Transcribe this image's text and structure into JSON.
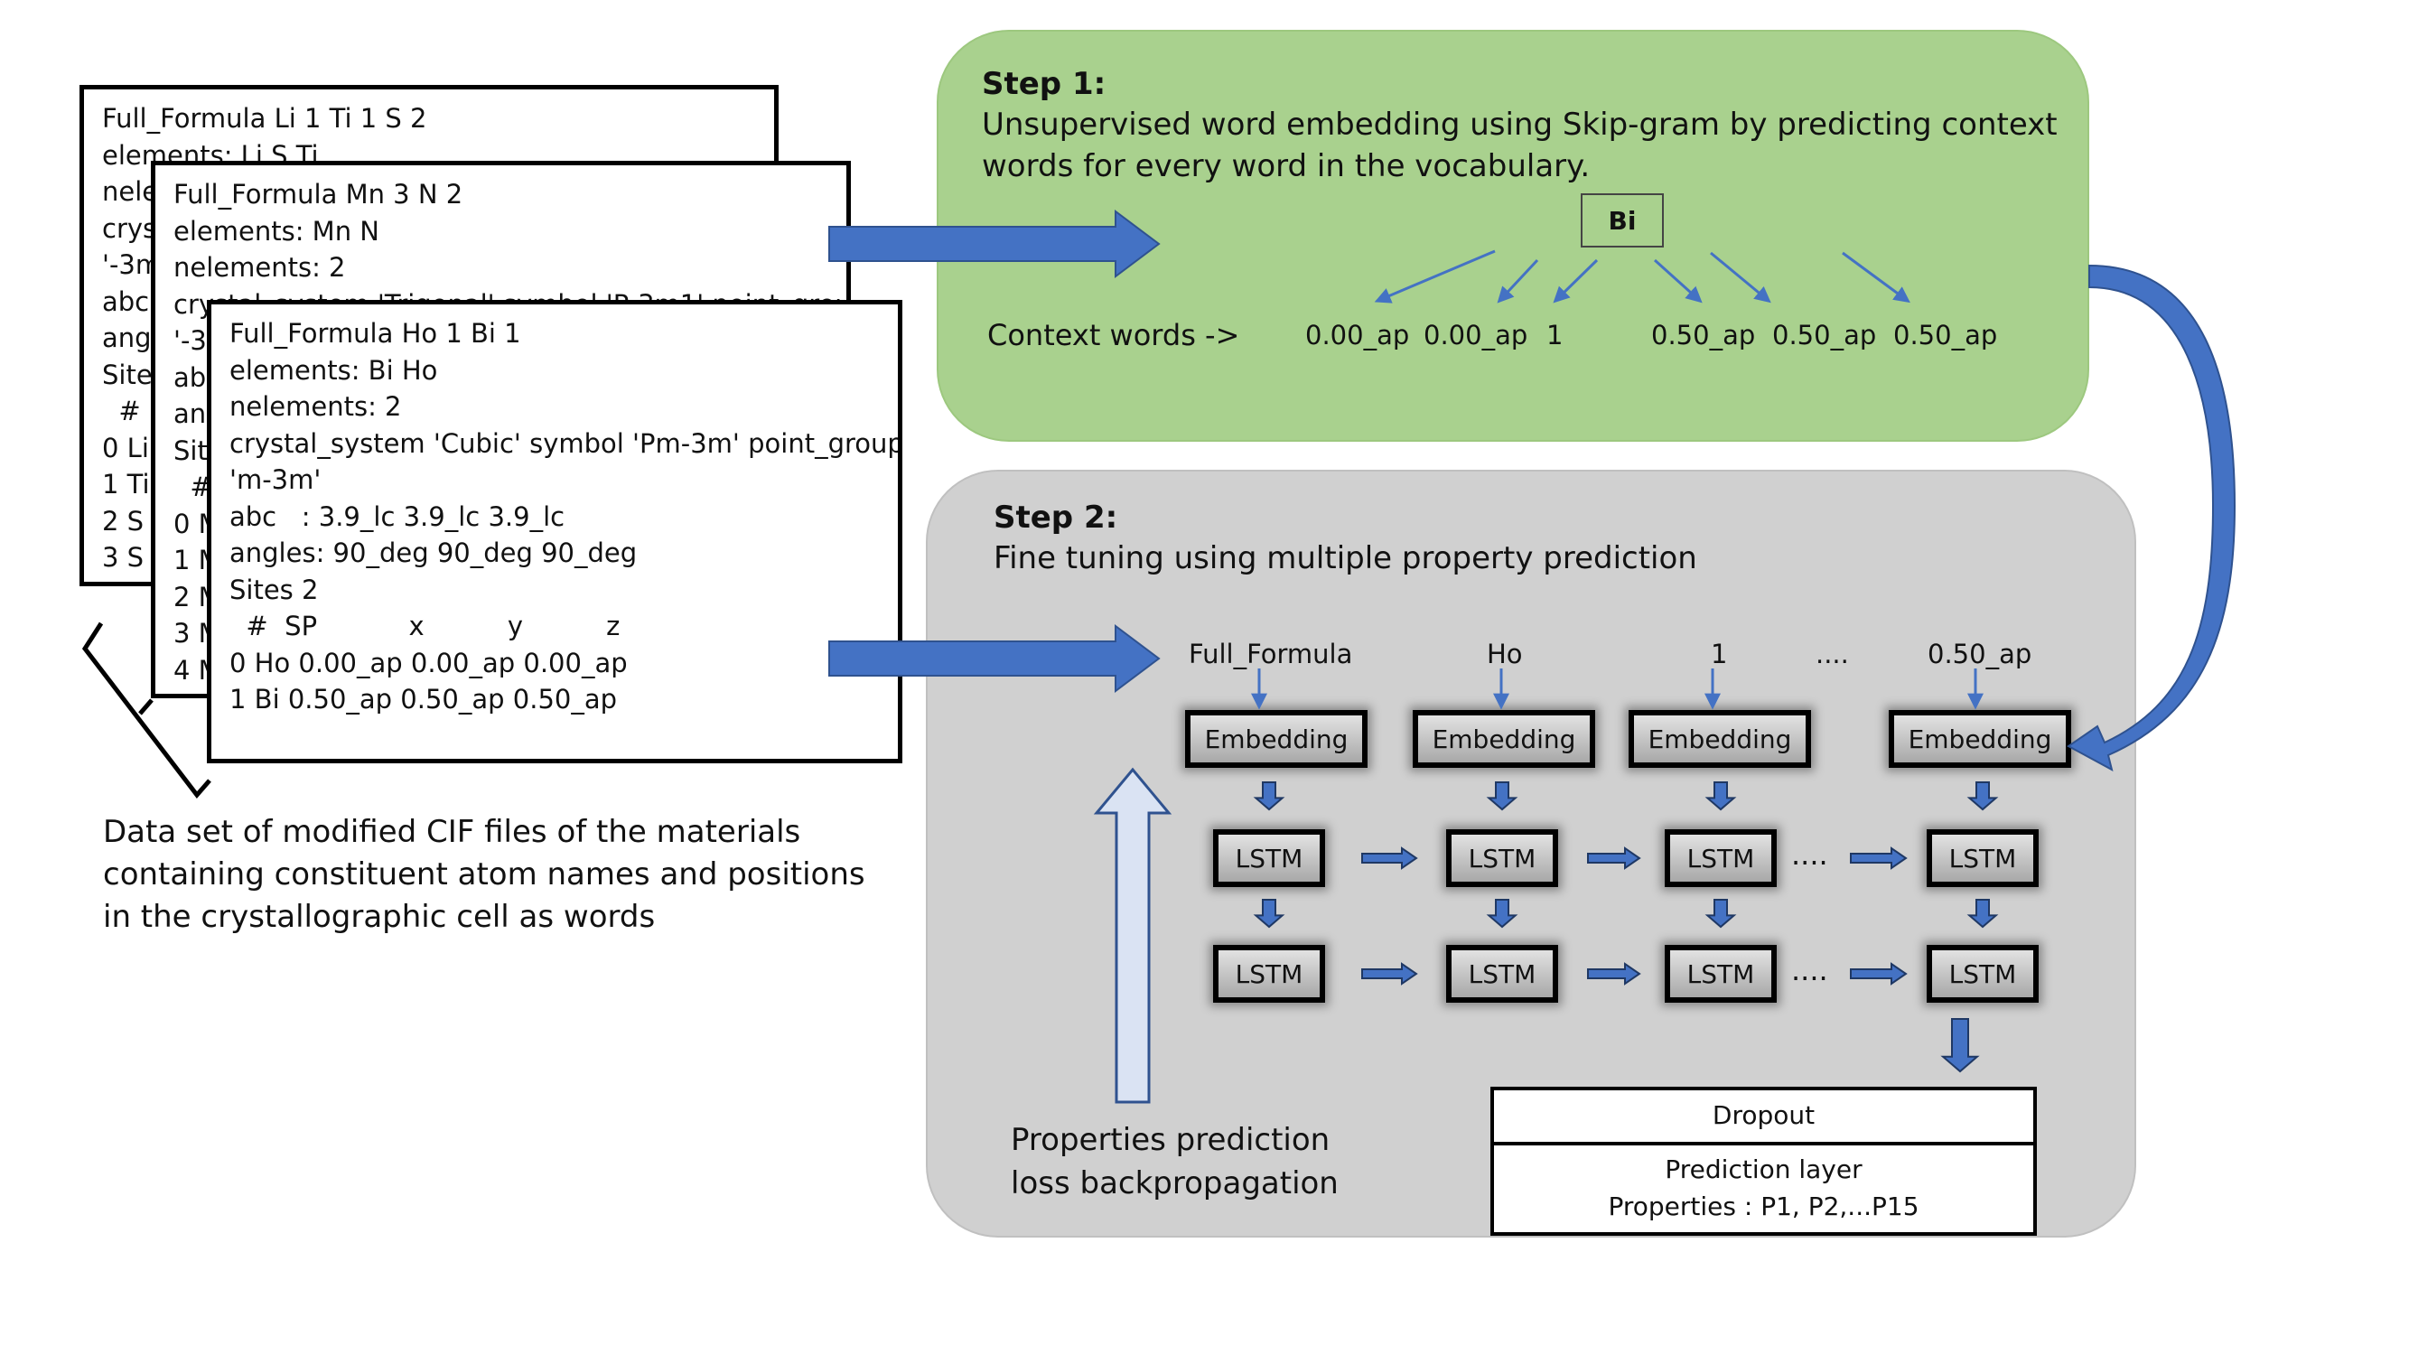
{
  "documents": {
    "back": {
      "lines": [
        "Full_Formula Li 1 Ti 1 S 2",
        "elements: Li S Ti",
        "nele",
        "crys",
        "'-3m",
        "abc",
        "angl",
        "Sites",
        "  #  S",
        "0 Li",
        "1 Ti",
        "2 S",
        "3 S"
      ]
    },
    "middle": {
      "lines": [
        "Full_Formula Mn 3 N 2",
        "elements: Mn N",
        "nelements: 2",
        "crystal_system 'Trigonal' symbol 'P-3m1' point_group",
        "'-3",
        "ab",
        "an",
        "Sit",
        "  #",
        "0 M",
        "1 M",
        "2 M",
        "3 M",
        "4 M"
      ]
    },
    "front": {
      "lines": [
        "Full_Formula Ho 1 Bi 1",
        "elements: Bi Ho",
        "nelements: 2",
        "crystal_system 'Cubic' symbol 'Pm-3m' point_group",
        "'m-3m'",
        "abc   : 3.9_lc 3.9_lc 3.9_lc",
        "angles: 90_deg 90_deg 90_deg",
        "Sites 2",
        "  #  SP           x          y          z",
        "0 Ho 0.00_ap 0.00_ap 0.00_ap",
        "1 Bi 0.50_ap 0.50_ap 0.50_ap"
      ]
    }
  },
  "dataset_caption": [
    "Data set of modified CIF files of the materials",
    "containing constituent atom names and positions",
    "in the crystallographic cell as words"
  ],
  "step1": {
    "title": "Step 1:",
    "description": [
      "Unsupervised word embedding using Skip-gram by predicting context",
      "words for every word in the vocabulary."
    ],
    "center_word": "Bi",
    "context_label": "Context words ->",
    "context_words": [
      "0.00_ap",
      "0.00_ap",
      "1",
      "0.50_ap",
      "0.50_ap",
      "0.50_ap"
    ]
  },
  "step2": {
    "title": "Step 2:",
    "description": "Fine tuning using multiple property prediction",
    "input_words": [
      "Full_Formula",
      "Ho",
      "1",
      "....",
      "0.50_ap"
    ],
    "embedding_label": "Embedding",
    "lstm_label": "LSTM",
    "dots": "....",
    "backprop_label": [
      "Properties prediction",
      "loss backpropagation"
    ],
    "dropout_label": "Dropout",
    "prediction_layer_label": "Prediction layer",
    "properties_label": "Properties : P1, P2,...P15"
  },
  "colors": {
    "step1_bg": "#a9d18e",
    "step2_bg": "#d0d0d0",
    "arrow_blue": "#4472c4",
    "backprop_arrow_fill": "#dae3f3"
  }
}
